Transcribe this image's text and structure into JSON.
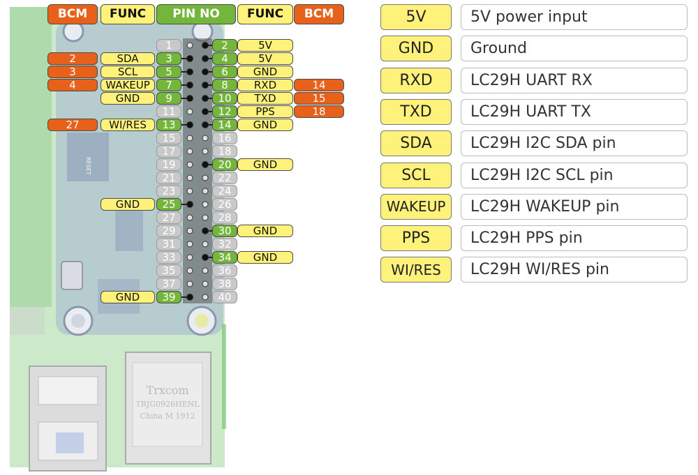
{
  "header": [
    "BCM",
    "FUNC",
    "PIN NO",
    "FUNC",
    "BCM"
  ],
  "pcb_text": {
    "reset": "RESET",
    "transceiver_brand": "Trxcom",
    "transceiver_model": "TRJG0926HENL",
    "transceiver_origin": "China M 1912"
  },
  "pins": [
    {
      "n": "1",
      "lf": "",
      "lb": "",
      "rn": "2",
      "rf": "5V",
      "rb": ""
    },
    {
      "n": "3",
      "lf": "SDA",
      "lb": "2",
      "rn": "4",
      "rf": "5V",
      "rb": ""
    },
    {
      "n": "5",
      "lf": "SCL",
      "lb": "3",
      "rn": "6",
      "rf": "GND",
      "rb": ""
    },
    {
      "n": "7",
      "lf": "WAKEUP",
      "lb": "4",
      "rn": "8",
      "rf": "RXD",
      "rb": "14"
    },
    {
      "n": "9",
      "lf": "GND",
      "lb": "",
      "rn": "10",
      "rf": "TXD",
      "rb": "15"
    },
    {
      "n": "11",
      "lf": "",
      "lb": "",
      "rn": "12",
      "rf": "PPS",
      "rb": "18"
    },
    {
      "n": "13",
      "lf": "WI/RES",
      "lb": "27",
      "rn": "14",
      "rf": "GND",
      "rb": ""
    },
    {
      "n": "15",
      "lf": "",
      "lb": "",
      "rn": "16",
      "rf": "",
      "rb": ""
    },
    {
      "n": "17",
      "lf": "",
      "lb": "",
      "rn": "18",
      "rf": "",
      "rb": ""
    },
    {
      "n": "19",
      "lf": "",
      "lb": "",
      "rn": "20",
      "rf": "GND",
      "rb": ""
    },
    {
      "n": "21",
      "lf": "",
      "lb": "",
      "rn": "22",
      "rf": "",
      "rb": ""
    },
    {
      "n": "23",
      "lf": "",
      "lb": "",
      "rn": "24",
      "rf": "",
      "rb": ""
    },
    {
      "n": "25",
      "lf": "GND",
      "lb": "",
      "rn": "26",
      "rf": "",
      "rb": ""
    },
    {
      "n": "27",
      "lf": "",
      "lb": "",
      "rn": "28",
      "rf": "",
      "rb": ""
    },
    {
      "n": "29",
      "lf": "",
      "lb": "",
      "rn": "30",
      "rf": "GND",
      "rb": ""
    },
    {
      "n": "31",
      "lf": "",
      "lb": "",
      "rn": "32",
      "rf": "",
      "rb": ""
    },
    {
      "n": "33",
      "lf": "",
      "lb": "",
      "rn": "34",
      "rf": "GND",
      "rb": ""
    },
    {
      "n": "35",
      "lf": "",
      "lb": "",
      "rn": "36",
      "rf": "",
      "rb": ""
    },
    {
      "n": "37",
      "lf": "",
      "lb": "",
      "rn": "38",
      "rf": "",
      "rb": ""
    },
    {
      "n": "39",
      "lf": "GND",
      "lb": "",
      "rn": "40",
      "rf": "",
      "rb": ""
    }
  ],
  "legend": [
    {
      "key": "5V",
      "desc": "5V power input"
    },
    {
      "key": "GND",
      "desc": "Ground"
    },
    {
      "key": "RXD",
      "desc": "LC29H UART RX"
    },
    {
      "key": "TXD",
      "desc": "LC29H UART TX"
    },
    {
      "key": "SDA",
      "desc": "LC29H I2C SDA pin"
    },
    {
      "key": "SCL",
      "desc": "LC29H I2C SCL pin"
    },
    {
      "key": "WAKEUP",
      "desc": "LC29H WAKEUP pin"
    },
    {
      "key": "PPS",
      "desc": "LC29H PPS pin"
    },
    {
      "key": "WI/RES",
      "desc": "LC29H WI/RES pin"
    }
  ],
  "colors": {
    "func": "#fff27a",
    "bcm": "#e8611b",
    "active_pin": "#74b63c",
    "inactive_pin": "#c9c9c9",
    "hat_board": "#a9b9d2",
    "pi_board": "#8fcf8a"
  }
}
